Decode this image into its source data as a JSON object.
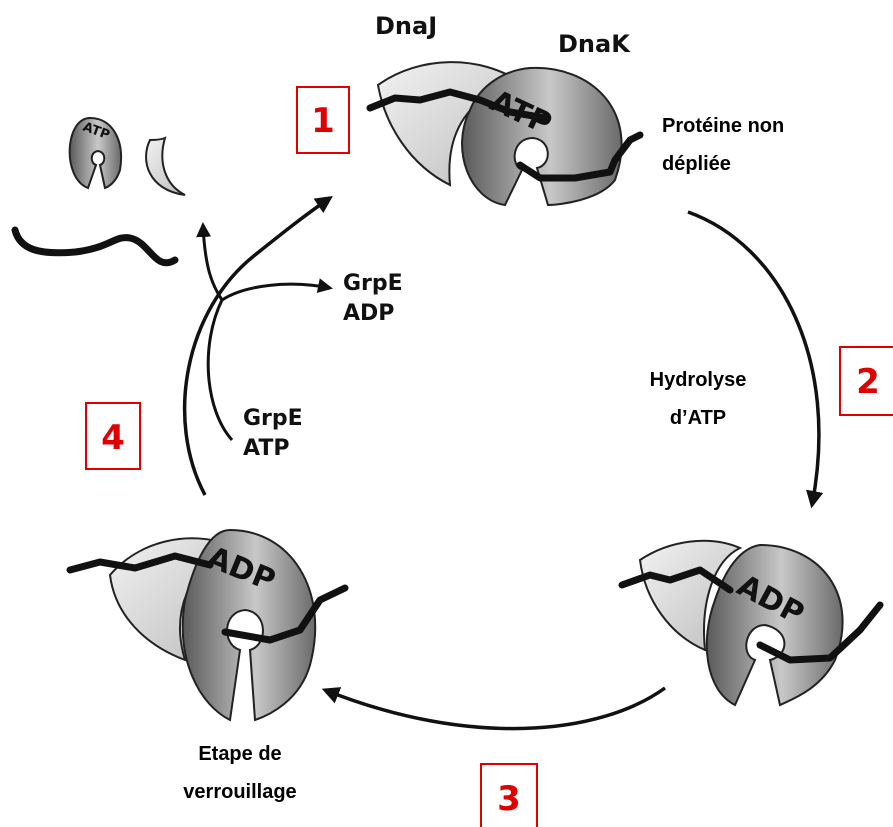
{
  "labels": {
    "dnaj": "DnaJ",
    "dnak": "DnaK",
    "protein_unfolded": [
      "Protéine non",
      "dépliée"
    ],
    "hydrolysis": [
      "Hydrolyse",
      "d’ATP"
    ],
    "locking_step": [
      "Etape de",
      "verrouillage"
    ],
    "grpe_adp": [
      "GrpE",
      "ADP"
    ],
    "grpe_atp": [
      "GrpE",
      "ATP"
    ]
  },
  "chaperone_nucleotides": {
    "step1": "ATP",
    "step2": "ADP",
    "step3": "ADP",
    "released": "ATP"
  },
  "steps": [
    "1",
    "2",
    "3",
    "4"
  ],
  "colors": {
    "step_box_border": "#e00000",
    "step_number": "#e00000",
    "arrow": "#111111",
    "protein_chain": "#111111"
  }
}
